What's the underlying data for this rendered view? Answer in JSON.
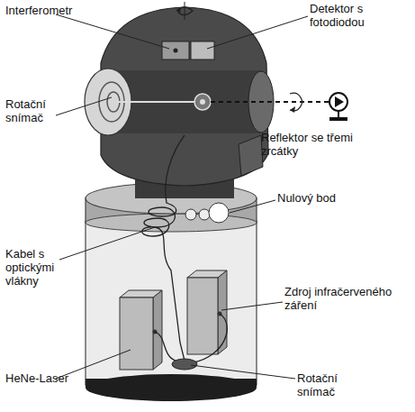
{
  "diagram": {
    "labels": [
      "Interferometr",
      "Detektor s fotodiodou",
      "Rotační snímač",
      "Reflektor se třemi zrcátky",
      "Nulový bod",
      "Kabel s optickými vlákny",
      "Zdroj infračerveného záření",
      "HeNe-Laser",
      "Rotační snímač"
    ]
  }
}
